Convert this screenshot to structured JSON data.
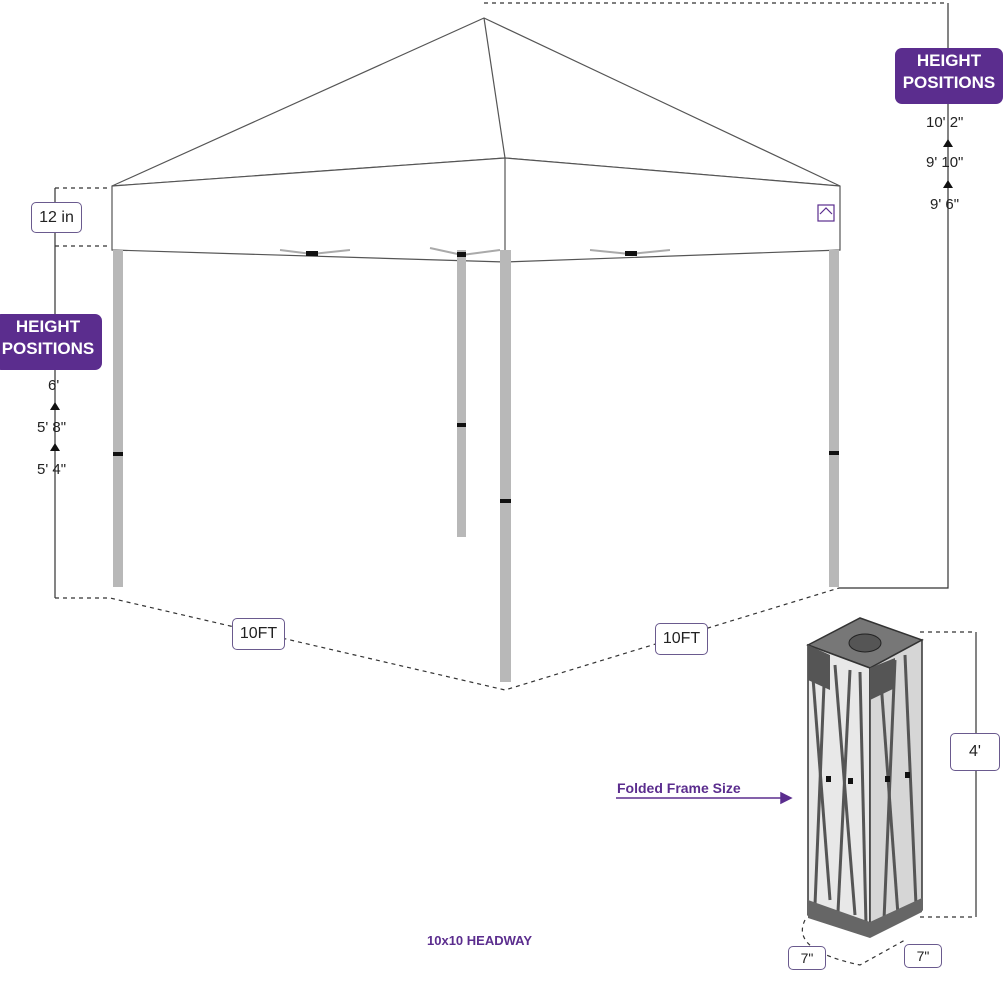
{
  "canopy": {
    "valance_height": "12 in",
    "width_left": "10FT",
    "width_right": "10FT",
    "model_name": "10x10 HEADWAY"
  },
  "leg_heights": {
    "badge_line1": "HEIGHT",
    "badge_line2": "POSITIONS",
    "values": [
      "6'",
      "5' 8\"",
      "5' 4\""
    ]
  },
  "peak_heights": {
    "badge_line1": "HEIGHT",
    "badge_line2": "POSITIONS",
    "values": [
      "10' 2\"",
      "9' 10\"",
      "9' 6\""
    ]
  },
  "folded_frame": {
    "label": "Folded Frame Size",
    "height": "4'",
    "depth_left": "7\"",
    "depth_right": "7\""
  },
  "colors": {
    "brand_purple": "#5b2d8e",
    "leg_gray": "#b8b8b8",
    "outline": "#555555"
  }
}
